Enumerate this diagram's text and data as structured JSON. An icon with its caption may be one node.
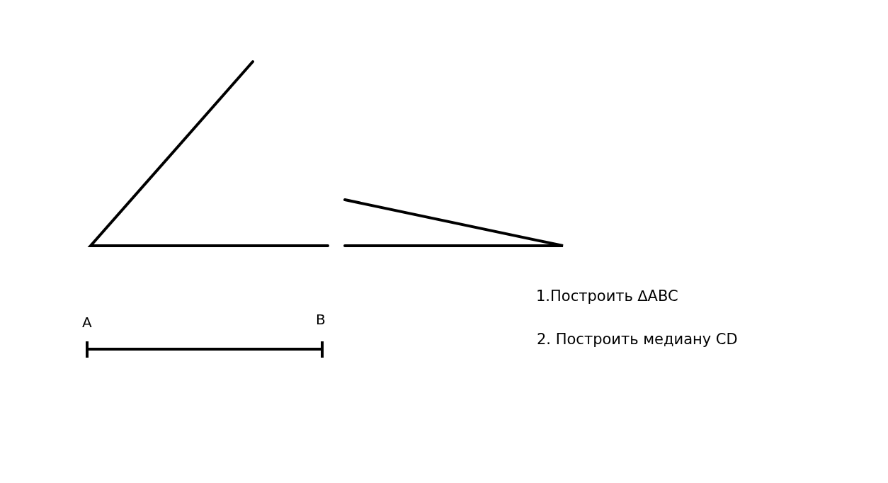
{
  "diagram": {
    "labels": [
      "A",
      "B",
      "1.Построить ∆ABC",
      "2. Построить медиану CD"
    ]
  }
}
